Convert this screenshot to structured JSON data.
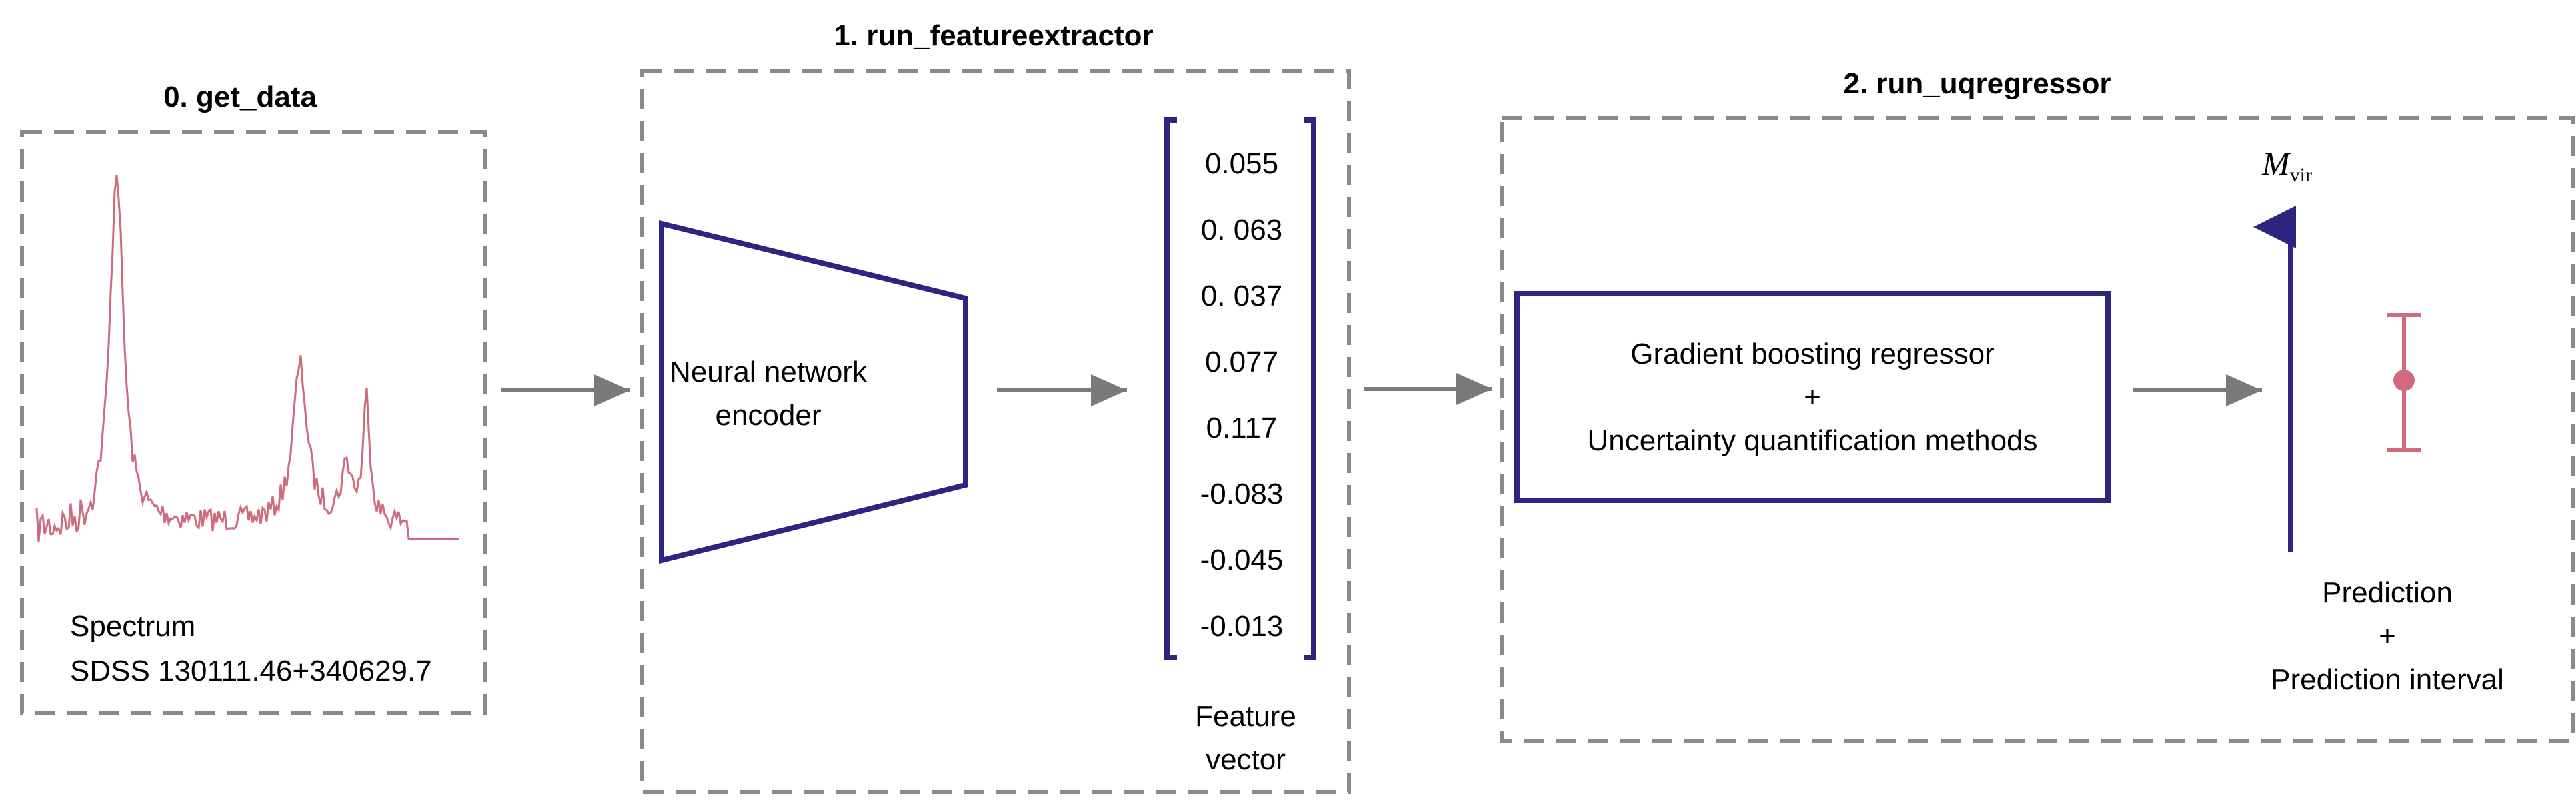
{
  "colors": {
    "dashed_box": "#8a8a8a",
    "arrow": "#7a7a7a",
    "navy": "#2e2580",
    "spectrum": "#cf6b7c",
    "marker": "#cf6b7c"
  },
  "stage0": {
    "title": "0. get_data",
    "caption_line1": "Spectrum",
    "caption_line2": "SDSS 130111.46+340629.7"
  },
  "stage1": {
    "title": "1. run_featureextractor",
    "encoder_line1": "Neural network",
    "encoder_line2": "encoder",
    "feature_values": [
      "0.055",
      "0. 063",
      "0. 037",
      "0.077",
      "0.117",
      "-0.083",
      "-0.045",
      "-0.013"
    ],
    "vector_label_line1": "Feature",
    "vector_label_line2": "vector"
  },
  "stage2": {
    "title": "2. run_uqregressor",
    "regressor_line1": "Gradient boosting regressor",
    "regressor_line2": "+",
    "regressor_line3": "Uncertainty quantification methods",
    "axis_symbol": "M",
    "axis_subscript": "vir",
    "prediction_line1": "Prediction",
    "prediction_line2": "+",
    "prediction_line3": "Prediction interval"
  }
}
